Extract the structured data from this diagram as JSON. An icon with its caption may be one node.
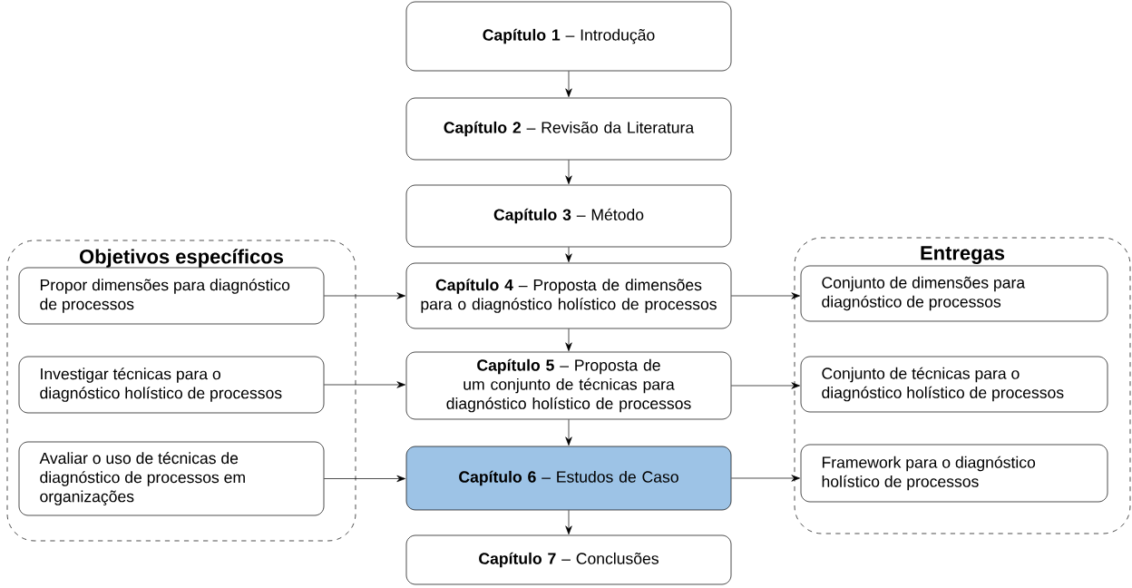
{
  "diagram": {
    "nodes": [
      {
        "text": [
          "**Capítulo 1** – Introdução"
        ]
      },
      {
        "text": [
          "**Capítulo 2** – Revisão da Literatura"
        ]
      },
      {
        "text": [
          "**Capítulo 3** – Método"
        ]
      },
      {
        "text": [
          "Objetivos específicos"
        ]
      },
      {
        "text": [
          "Propor dimensões para diagnóstico de processos"
        ],
        "in": 3
      },
      {
        "text": [
          "Investigar técnicas para o diagnóstico holístico de processos"
        ],
        "in": 3
      },
      {
        "text": [
          "Avaliar o uso de técnicas de diagnóstico de processos em organizações"
        ],
        "in": 3
      },
      {
        "text": [
          "**Capítulo 4** – Proposta de dimensões para o diagnóstico holístico de processos"
        ]
      },
      {
        "text": [
          "**Capítulo 5** – Proposta de um conjunto de técnicas para diagnóstico holístico de processos"
        ]
      },
      {
        "text": [
          "**Capítulo 6** – Estudos de Caso"
        ]
      },
      {
        "text": [
          "**Capítulo 7** – Conclusões"
        ]
      },
      {
        "text": [
          "Entregas"
        ]
      },
      {
        "text": [
          "Conjunto de dimensões para diagnóstico de processos"
        ],
        "in": 11
      },
      {
        "text": [
          "Conjunto de técnicas para o diagnóstico holístico de processos"
        ],
        "in": 11
      },
      {
        "text": [
          "Framework para o diagnóstico holístico de processos"
        ],
        "in": 11
      }
    ],
    "edges": [
      {
        "from": 0,
        "to": 1,
        "arrow": "to"
      },
      {
        "from": 1,
        "to": 2,
        "arrow": "to"
      },
      {
        "from": 2,
        "to": 7,
        "arrow": "to"
      },
      {
        "from": 7,
        "to": 8,
        "arrow": "to"
      },
      {
        "from": 8,
        "to": 9,
        "arrow": "to"
      },
      {
        "from": 9,
        "to": 10,
        "arrow": "to"
      },
      {
        "from": 4,
        "to": 7,
        "arrow": "to"
      },
      {
        "from": 5,
        "to": 8,
        "arrow": "to"
      },
      {
        "from": 6,
        "to": 9,
        "arrow": "to"
      },
      {
        "from": 7,
        "to": 12,
        "arrow": "to"
      },
      {
        "from": 8,
        "to": 13,
        "arrow": "to"
      },
      {
        "from": 9,
        "to": 14,
        "arrow": "to"
      }
    ]
  }
}
